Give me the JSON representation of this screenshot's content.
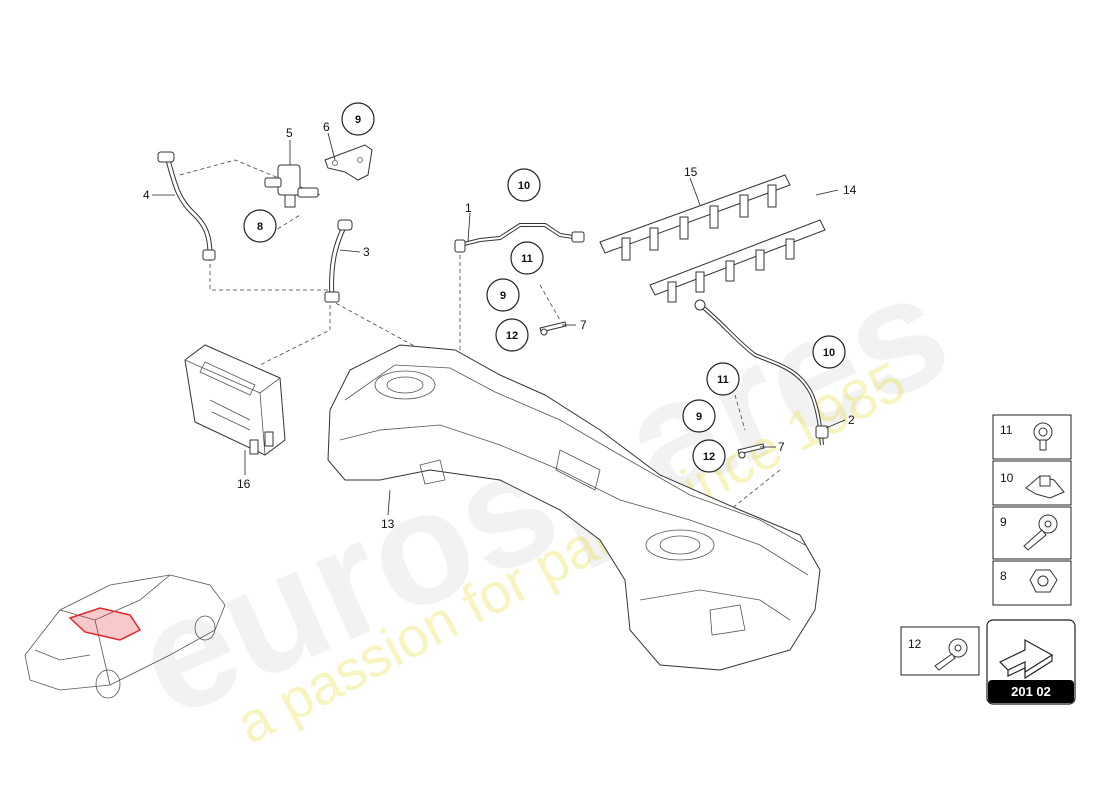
{
  "watermark": {
    "brand": "eurospares",
    "tagline": "a passion for parts since 1985"
  },
  "callouts": [
    {
      "id": "c1",
      "label": "1"
    },
    {
      "id": "c2",
      "label": "2"
    },
    {
      "id": "c3",
      "label": "3"
    },
    {
      "id": "c4",
      "label": "4"
    },
    {
      "id": "c5",
      "label": "5"
    },
    {
      "id": "c6",
      "label": "6"
    },
    {
      "id": "c7a",
      "label": "7"
    },
    {
      "id": "c7b",
      "label": "7"
    },
    {
      "id": "c13",
      "label": "13"
    },
    {
      "id": "c14",
      "label": "14"
    },
    {
      "id": "c15",
      "label": "15"
    },
    {
      "id": "c16",
      "label": "16"
    }
  ],
  "circled_callouts": [
    {
      "id": "k9a",
      "label": "9"
    },
    {
      "id": "k8",
      "label": "8"
    },
    {
      "id": "k10a",
      "label": "10"
    },
    {
      "id": "k11a",
      "label": "11"
    },
    {
      "id": "k9b",
      "label": "9"
    },
    {
      "id": "k12a",
      "label": "12"
    },
    {
      "id": "k10b",
      "label": "10"
    },
    {
      "id": "k11b",
      "label": "11"
    },
    {
      "id": "k9c",
      "label": "9"
    },
    {
      "id": "k12b",
      "label": "12"
    }
  ],
  "legend": [
    {
      "label": "11",
      "icon": "clip-icon"
    },
    {
      "label": "10",
      "icon": "bracket-clip-icon"
    },
    {
      "label": "9",
      "icon": "bolt-icon"
    },
    {
      "label": "8",
      "icon": "nut-icon"
    }
  ],
  "legend_extra": {
    "label": "12",
    "icon": "screw-icon"
  },
  "nav_box": {
    "code": "201 02",
    "icon": "arrow-icon"
  },
  "highlight_color": "#e0262b"
}
